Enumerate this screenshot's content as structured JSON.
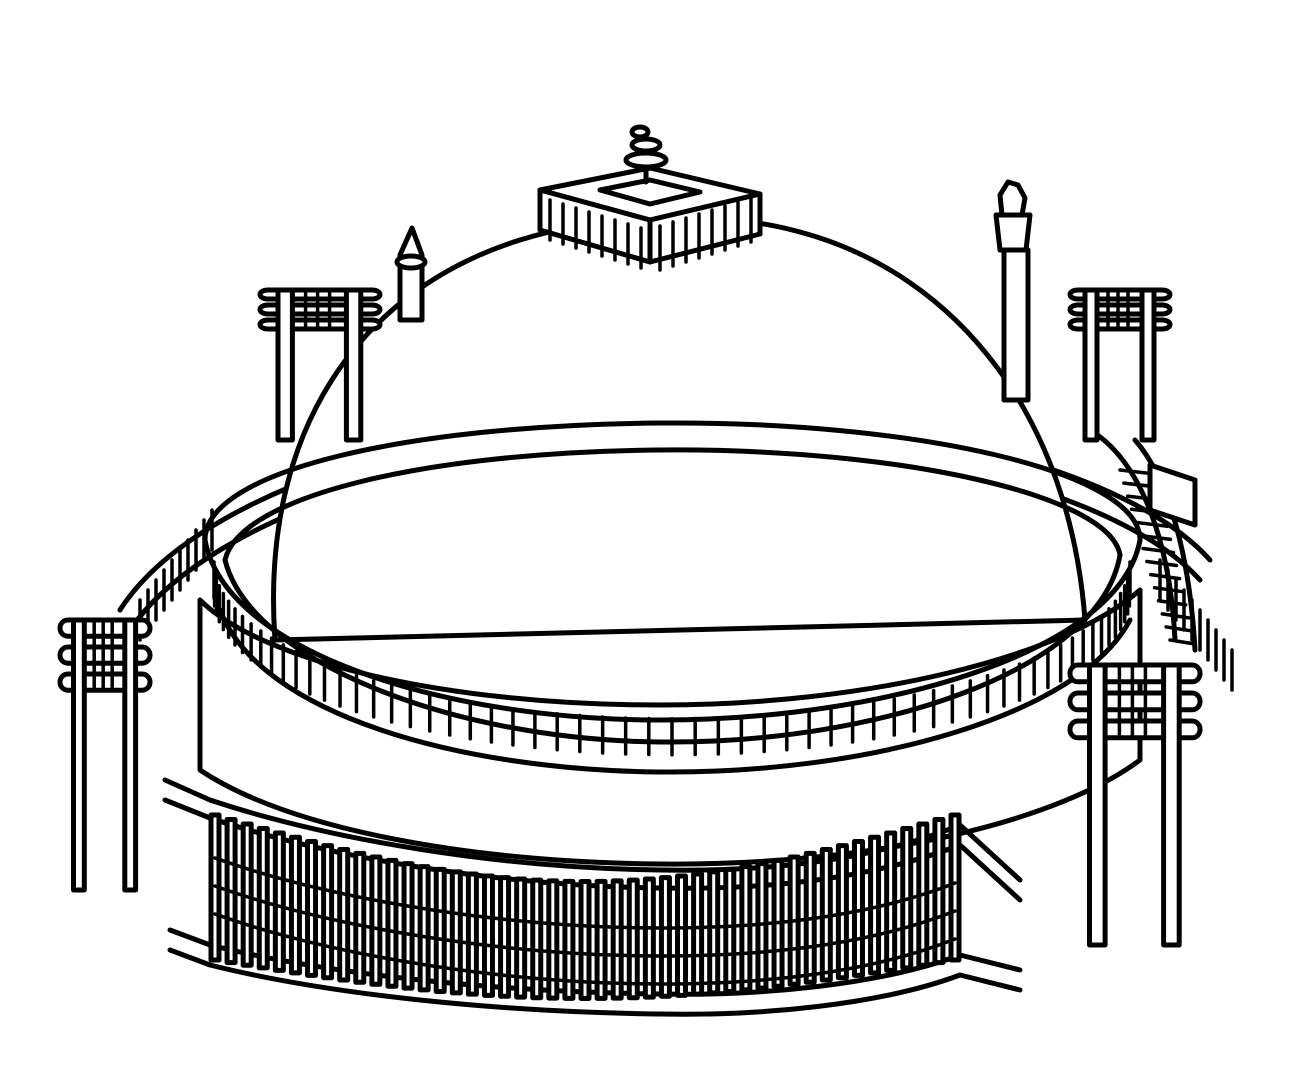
{
  "illustration": {
    "subject": "stupa-line-drawing",
    "ink_color": "#000000",
    "paper_color": "#ffffff",
    "parts": {
      "dome": "hemispherical-dome",
      "harmika": "square-railing-with-umbrella",
      "upper_terrace": "circular-terrace-railing",
      "ground_railing": "outer-vedika-railing",
      "gateways": [
        "gateway-left",
        "gateway-back-left",
        "gateway-back-right",
        "gateway-front-right"
      ],
      "pillars": [
        "pillar-left",
        "pillar-right"
      ],
      "stairway": "double-stairway"
    },
    "counts": {
      "terrace_balusters": 62,
      "ground_balusters": 46
    }
  }
}
